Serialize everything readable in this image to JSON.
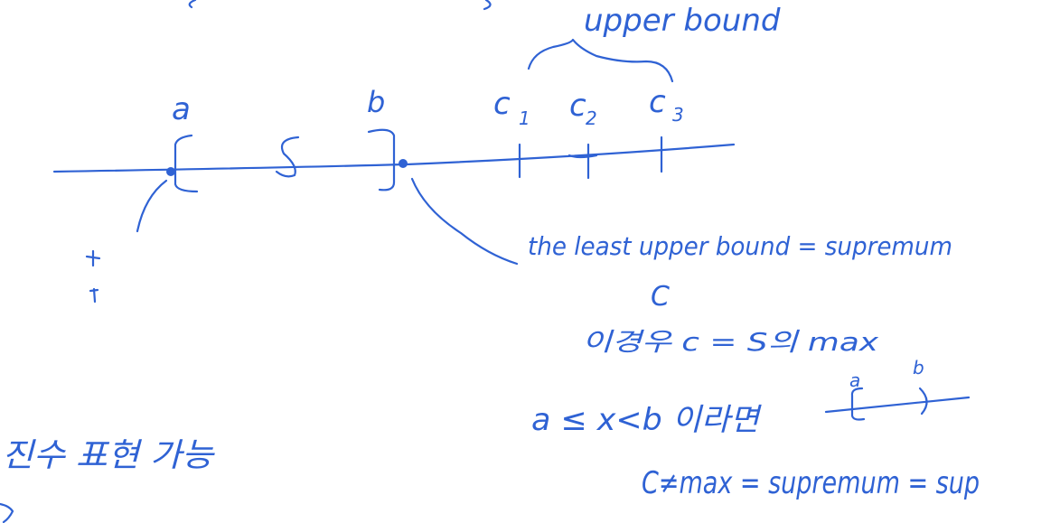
{
  "labels": {
    "upper_bound": "upper bound",
    "point_a": "a",
    "point_b": "b",
    "set_s": "S",
    "c1": "c",
    "c1_sub": "1",
    "c2": "c",
    "c2_sub": "2",
    "c3": "c",
    "c3_sub": "3",
    "least_upper_bound": "the least upper bound = supremum",
    "c_label": "C",
    "case_text": "이경우   c = S의 max",
    "inequality_text": "a ≤ x<b 이라면",
    "inset_a": "a",
    "inset_b": "b",
    "c_not_max": "C≠max  =  supremum = sup",
    "korean_left": "진수 표현 가능"
  },
  "colors": {
    "ink": "#2f62d4",
    "background": "#ffffff"
  }
}
